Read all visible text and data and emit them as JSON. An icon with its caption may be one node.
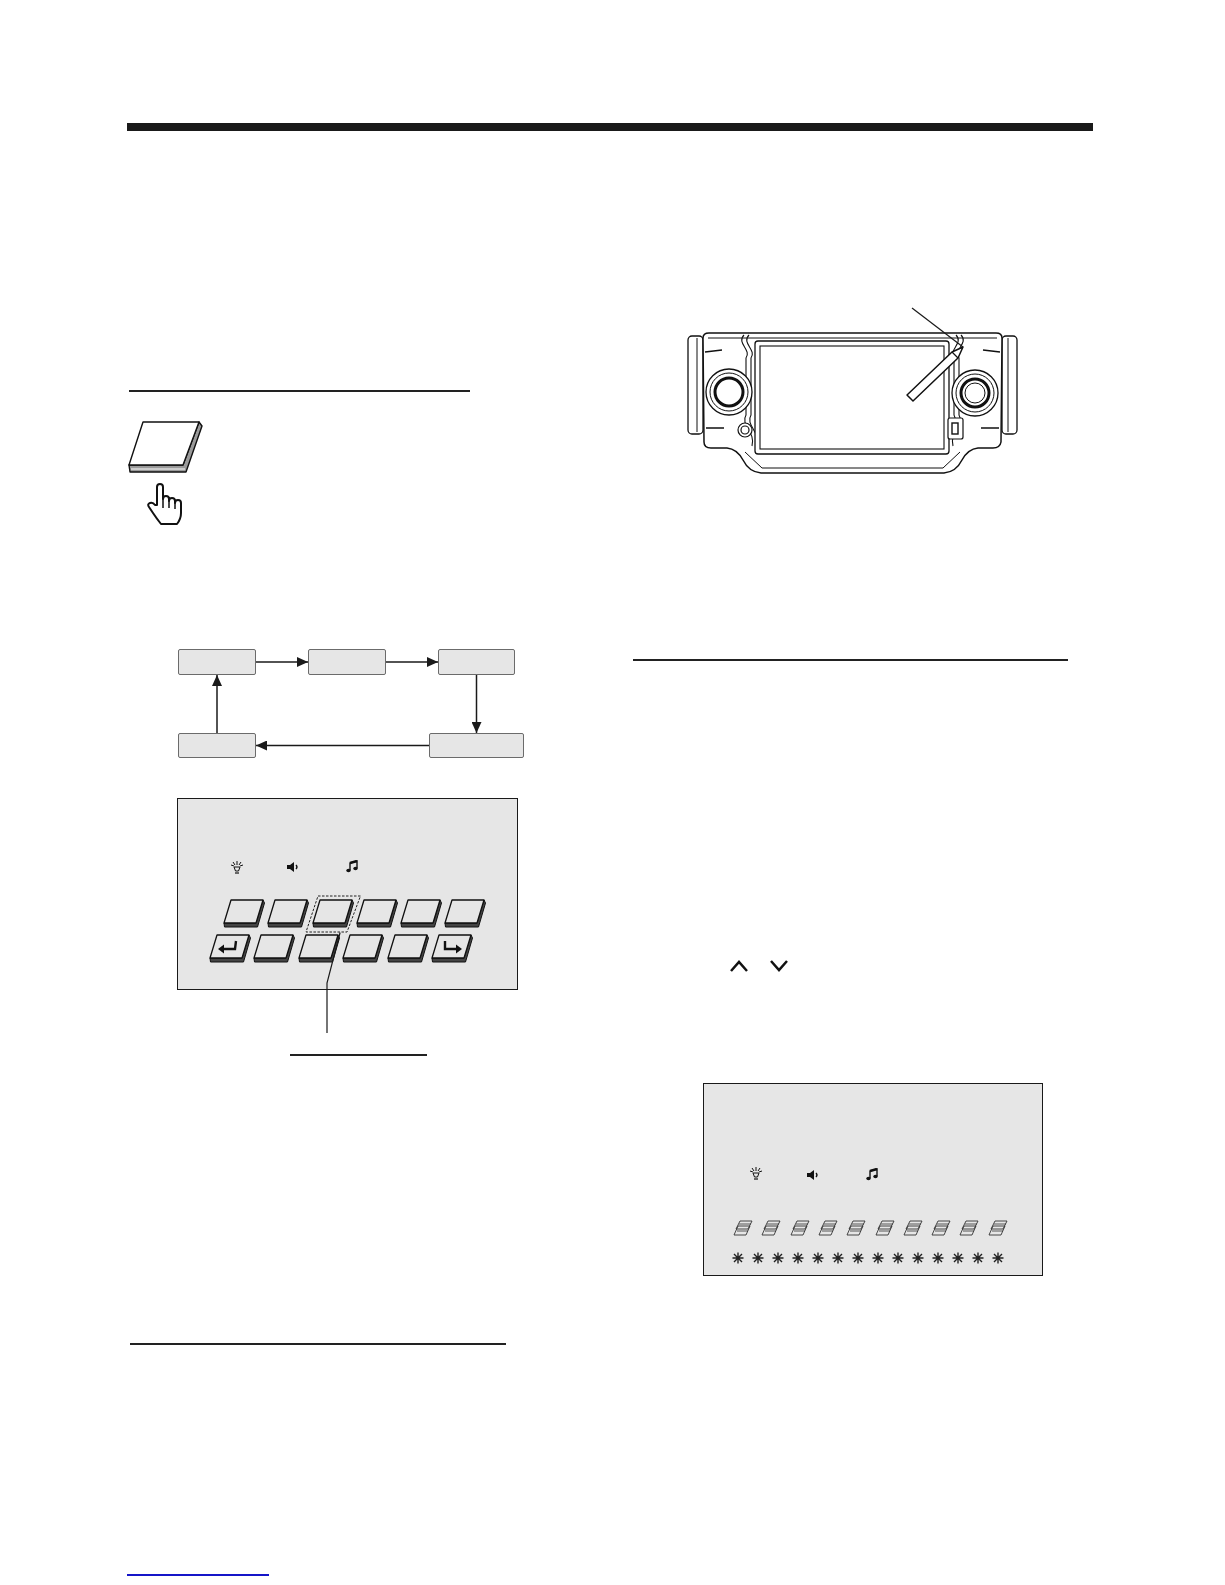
{
  "diagram": {
    "nodes": [
      {
        "text": [],
        "shape": "box"
      },
      {
        "text": [],
        "shape": "box"
      },
      {
        "text": [],
        "shape": "box"
      },
      {
        "text": [],
        "shape": "box"
      },
      {
        "text": [],
        "shape": "box"
      },
      {
        "text": [],
        "shape": "box"
      },
      {
        "text": [],
        "shape": "box",
        "in": 5
      },
      {
        "text": [],
        "shape": "picture"
      },
      {
        "text": [],
        "shape": "picture",
        "in": 7
      },
      {
        "text": [],
        "shape": "box"
      }
    ],
    "edges": [
      {
        "from": 0,
        "to": 1,
        "arrow": "to"
      },
      {
        "from": 1,
        "to": 2,
        "arrow": "to"
      },
      {
        "from": 2,
        "to": 4,
        "arrow": "to"
      },
      {
        "from": 4,
        "to": 3,
        "arrow": "to"
      },
      {
        "from": 3,
        "to": 0,
        "arrow": "to"
      },
      {
        "from": null,
        "to": 6,
        "arrow": "none"
      },
      {
        "from": null,
        "to": 8,
        "arrow": "none"
      }
    ]
  }
}
